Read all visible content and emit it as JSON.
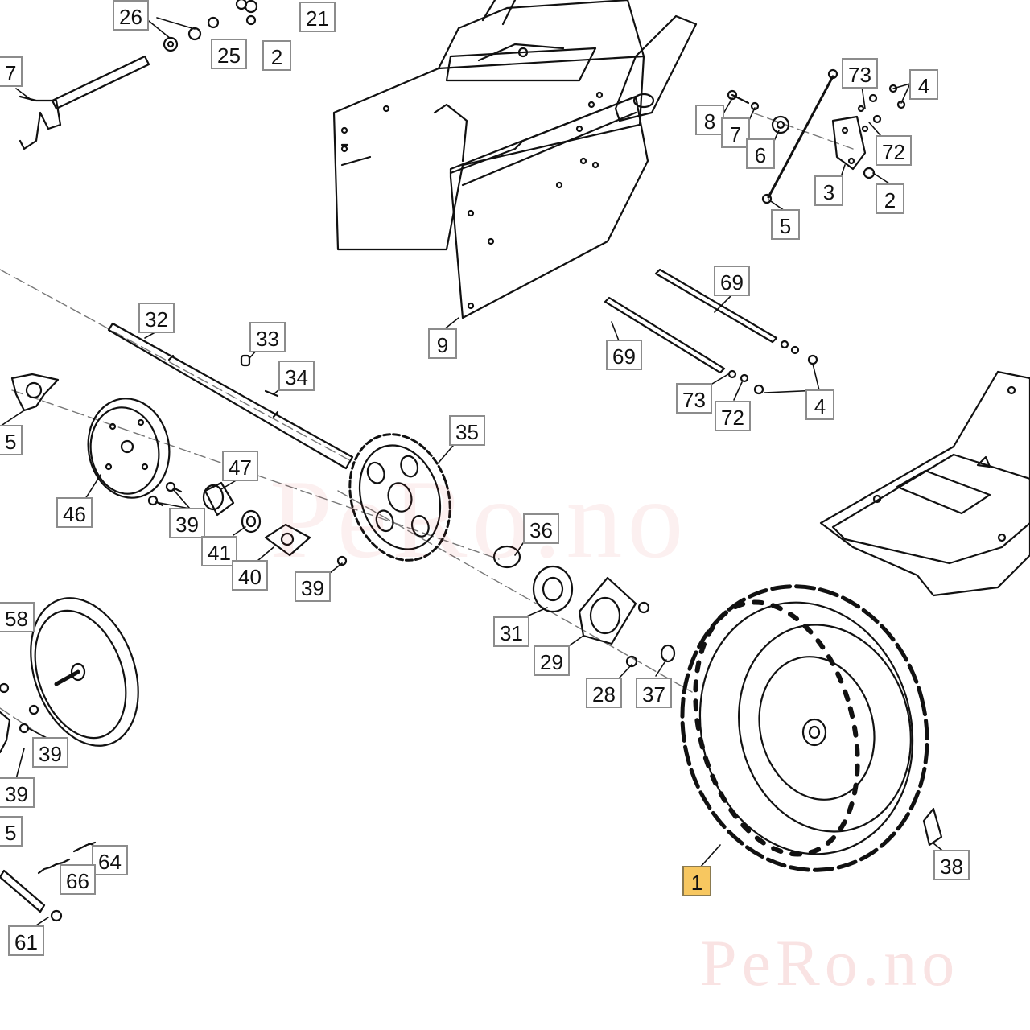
{
  "diagram": {
    "highlight_color": "#f7c760",
    "labels": [
      "26",
      "25",
      "2",
      "21",
      "7",
      "73",
      "4",
      "8",
      "7",
      "6",
      "72",
      "3",
      "2",
      "5",
      "69",
      "69",
      "9",
      "32",
      "33",
      "34",
      "5",
      "35",
      "73",
      "72",
      "4",
      "46",
      "47",
      "39",
      "41",
      "40",
      "39",
      "36",
      "58",
      "31",
      "29",
      "28",
      "37",
      "39",
      "39",
      "1",
      "38",
      "5",
      "64",
      "66",
      "61"
    ],
    "highlighted": "1"
  },
  "watermarks": [
    "PeRo.no",
    "PeRo.no"
  ]
}
